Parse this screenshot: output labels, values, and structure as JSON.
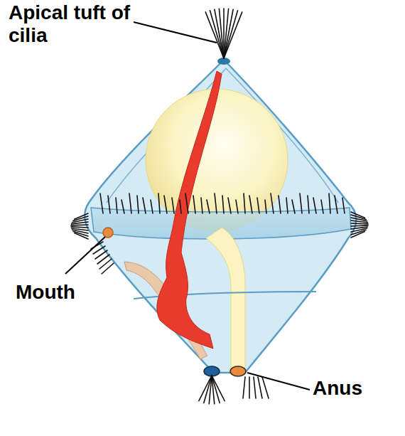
{
  "diagram": {
    "labels": [
      "Apical tuft of cilia",
      "Mouth",
      "Anus"
    ]
  }
}
